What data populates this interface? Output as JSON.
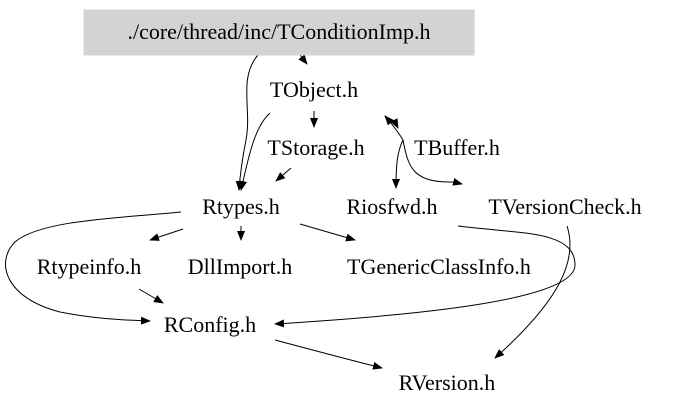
{
  "graph": {
    "root": "./core/thread/inc/TConditionImp.h",
    "nodes": {
      "tobject": "TObject.h",
      "tstorage": "TStorage.h",
      "tbuffer": "TBuffer.h",
      "rtypes": "Rtypes.h",
      "riosfwd": "Riosfwd.h",
      "tversioncheck": "TVersionCheck.h",
      "rtypeinfo": "Rtypeinfo.h",
      "dllimport": "DllImport.h",
      "tgenericclassinfo": "TGenericClassInfo.h",
      "rconfig": "RConfig.h",
      "rversion": "RVersion.h"
    }
  },
  "colors": {
    "root_fill": "#d3d3d3",
    "edge": "#000000",
    "text": "#000000",
    "background": "#ffffff"
  }
}
